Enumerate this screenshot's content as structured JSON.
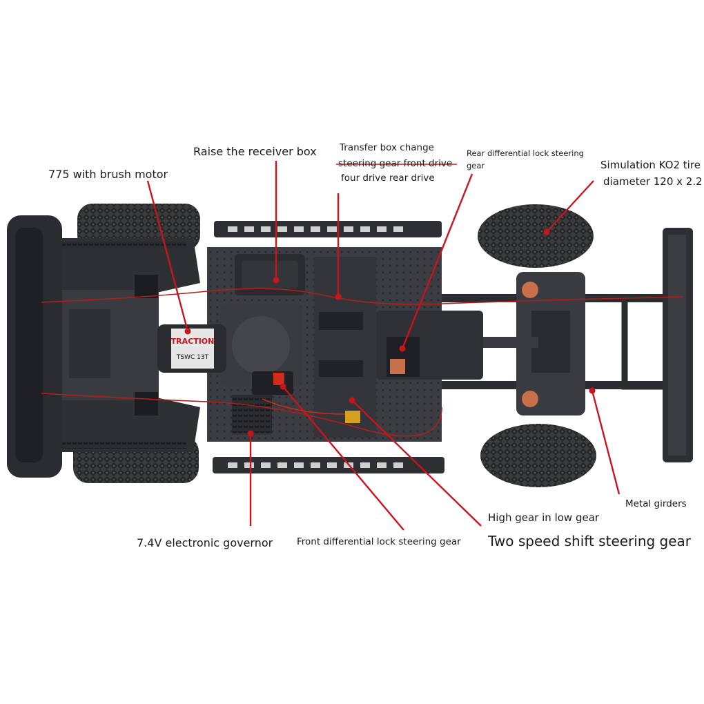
{
  "labels": {
    "receiver_box": "Raise the receiver box",
    "transfer_box_1": "Transfer box change",
    "transfer_box_2": "steering gear front drive",
    "transfer_box_3": "four drive rear drive",
    "rear_diff_1": "Rear differential lock steering",
    "rear_diff_2": "gear",
    "tire_1": "Simulation KO2 tire",
    "tire_2": "diameter 120 x 2.2",
    "motor": "775 with brush motor",
    "metal_girders": "Metal girders",
    "high_low_gear": "High gear in low gear",
    "governor": "7.4V electronic governor",
    "front_diff": "Front differential lock steering gear",
    "two_speed": "Two speed shift steering gear"
  },
  "motor_print": {
    "brand": "TRACTION",
    "model": "TSWC 13T"
  },
  "colors": {
    "leader_line": "#c8141c",
    "chassis": "#2e2f33",
    "chassis_light": "#4a4b50",
    "tire": "#3a3b3d",
    "background": "#ffffff",
    "accent_red": "#d42a1a",
    "copper": "#c8704a"
  }
}
